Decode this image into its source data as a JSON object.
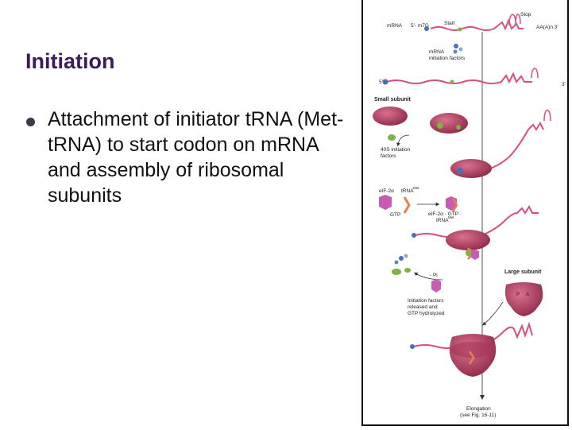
{
  "slide": {
    "title": "Initiation",
    "bullet": "Attachment of initiator tRNA (Met-tRNA) to start codon on mRNA and assembly of ribosomal subunits"
  },
  "diagram": {
    "mrna": "mRNA",
    "five_m7g": "5'- m7G",
    "start": "Start",
    "stop": "Stop",
    "poly_a": "AA(A)n 3'",
    "mrna_init_factors_1": "mRNA",
    "mrna_init_factors_2": "initiation factors",
    "five_prime": "5'",
    "three_prime": "3'",
    "small_subunit": "Small subunit",
    "init_40s_1": "40S initiation",
    "init_40s_2": "factors",
    "eif2a": "eIF-2α",
    "trna_met": "tRNA",
    "met_sup": "Met",
    "gtp": "GTP",
    "complex_1": "eIF-2α · GTP ·",
    "complex_2": "tRNA",
    "pi": "- Pi",
    "large_subunit": "Large subunit",
    "p_site": "P",
    "a_site": "A",
    "released_1": "Initiation factors",
    "released_2": "released and",
    "released_3": "GTP hydrolyzed",
    "elongation_1": "Elongation",
    "elongation_2": "(see Fig. 16-11)"
  },
  "colors": {
    "title": "#3c1a5b",
    "mrna": "#d94d86",
    "ribosome": "#b8405f",
    "factor_green": "#7cb342",
    "factor_blue": "#4b6fb5"
  }
}
